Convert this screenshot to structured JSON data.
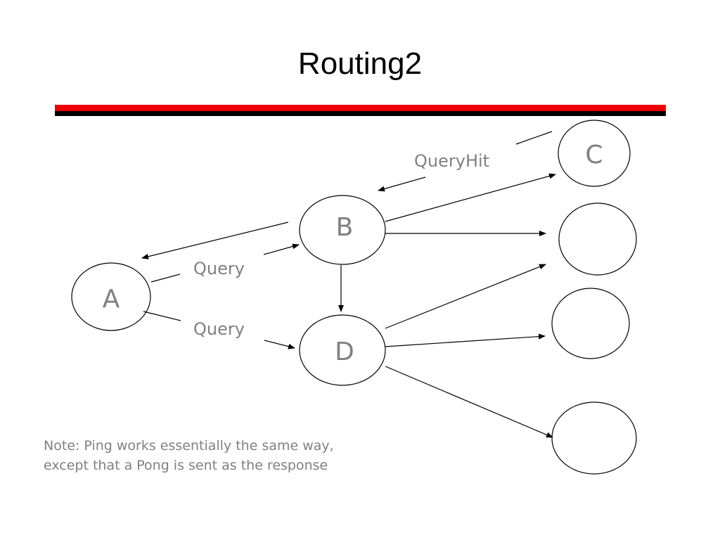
{
  "title": "Routing2",
  "colors": {
    "rule_top": "#ee0000",
    "rule_bottom": "#000000",
    "text_gray": "#808080",
    "stroke": "#000000"
  },
  "nodes": {
    "a": "A",
    "b": "B",
    "c": "C",
    "d": "D"
  },
  "labels": {
    "query_upper": "Query",
    "query_lower": "Query",
    "queryhit": "QueryHit"
  },
  "note": {
    "line1": "Note: Ping works essentially the same way,",
    "line2": "except that a Pong is sent as the response"
  }
}
